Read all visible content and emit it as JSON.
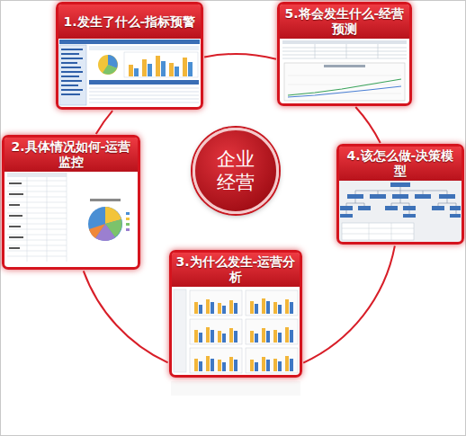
{
  "diagram": {
    "nodes": [
      {
        "text": [
          "企业 经营"
        ]
      },
      {
        "text": [
          "1.发生了什么-指标预警"
        ]
      },
      {
        "text": [
          "2.具体情况如何-运营监控"
        ]
      },
      {
        "text": [
          "3.为什么发生-运营分析"
        ]
      },
      {
        "text": [
          "4.该怎么做-决策模型"
        ]
      },
      {
        "text": [
          "5.将会发生什么-经营预测"
        ]
      }
    ],
    "edges": [
      {
        "from": 1,
        "to": 2,
        "arrow": "none"
      },
      {
        "from": 2,
        "to": 3,
        "arrow": "none"
      },
      {
        "from": 3,
        "to": 4,
        "arrow": "none"
      },
      {
        "from": 4,
        "to": 5,
        "arrow": "none"
      },
      {
        "from": 5,
        "to": 1,
        "arrow": "none"
      }
    ]
  }
}
